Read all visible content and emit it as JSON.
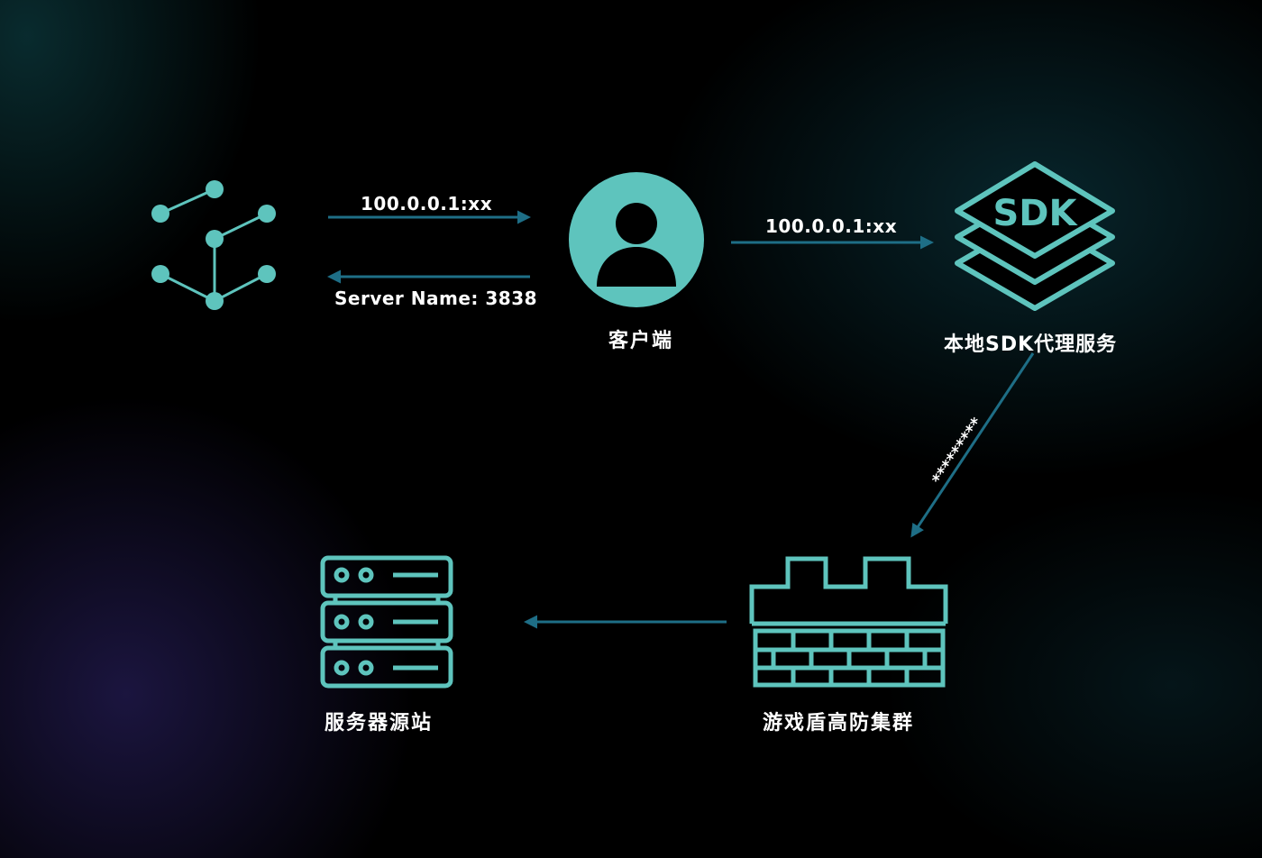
{
  "edges": {
    "e1_label": "100.0.0.1:xx",
    "e2_label": "Server Name: 3838",
    "e3_label": "100.0.0.1:xx",
    "e4_label": "*********"
  },
  "nodes": {
    "client": {
      "label": "客户端"
    },
    "sdk": {
      "label": "本地SDK代理服务",
      "icon_text": "SDK"
    },
    "firewall": {
      "label": "游戏盾高防集群"
    },
    "origin": {
      "label": "服务器源站"
    }
  },
  "colors": {
    "icon": "#5ec4bd",
    "arrow": "#1e6e86",
    "text": "#ffffff"
  }
}
